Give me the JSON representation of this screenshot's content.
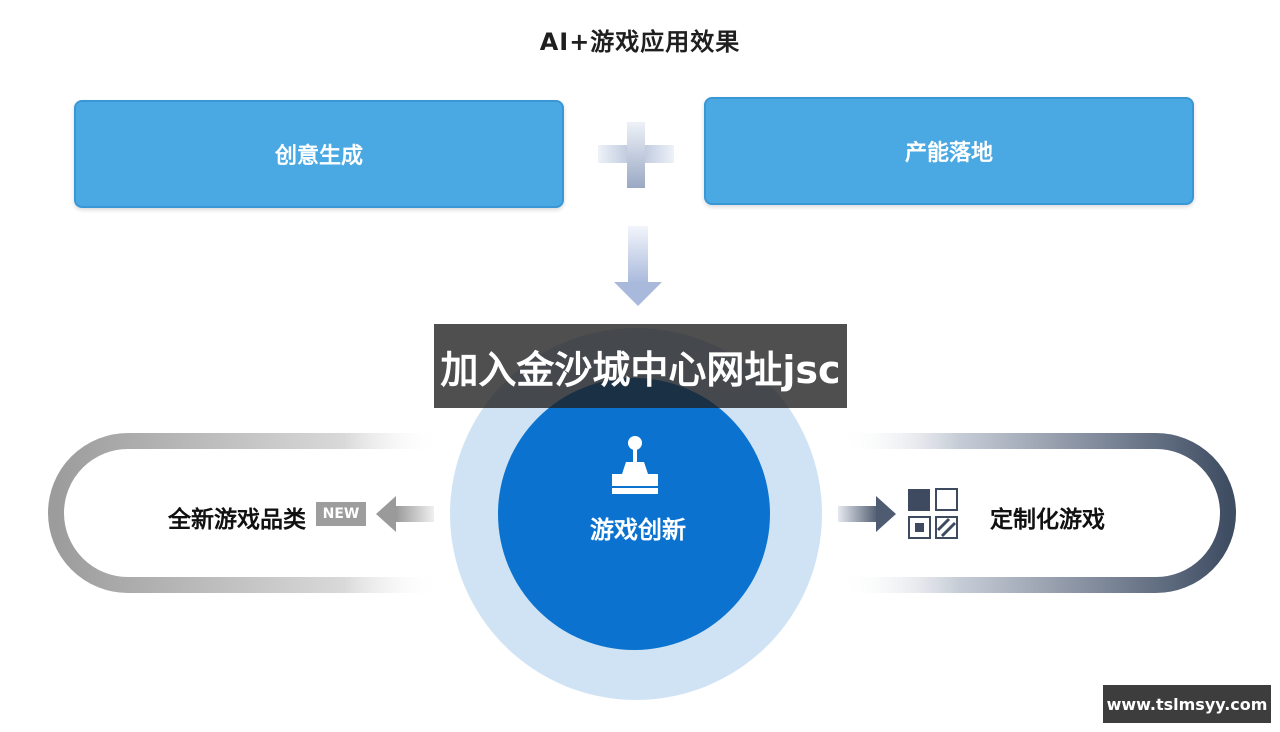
{
  "title": "AI+游戏应用效果",
  "top_boxes": {
    "left": "创意生成",
    "right": "产能落地"
  },
  "center": {
    "label": "游戏创新",
    "icon": "joystick-icon"
  },
  "left_branch": {
    "label": "全新游戏品类",
    "badge": "NEW"
  },
  "right_branch": {
    "label": "定制化游戏",
    "icon": "grid-blocks-icon"
  },
  "overlay_title": "加入金沙城中心网址jsc",
  "watermark": "www.tslmsyy.com",
  "colors": {
    "box_blue": "#4aa9e2",
    "circle_blue": "#0b73cf",
    "halo_blue": "#cfe3f5",
    "left_loop": "#a8a8a8",
    "right_loop": "#4b5a70"
  }
}
